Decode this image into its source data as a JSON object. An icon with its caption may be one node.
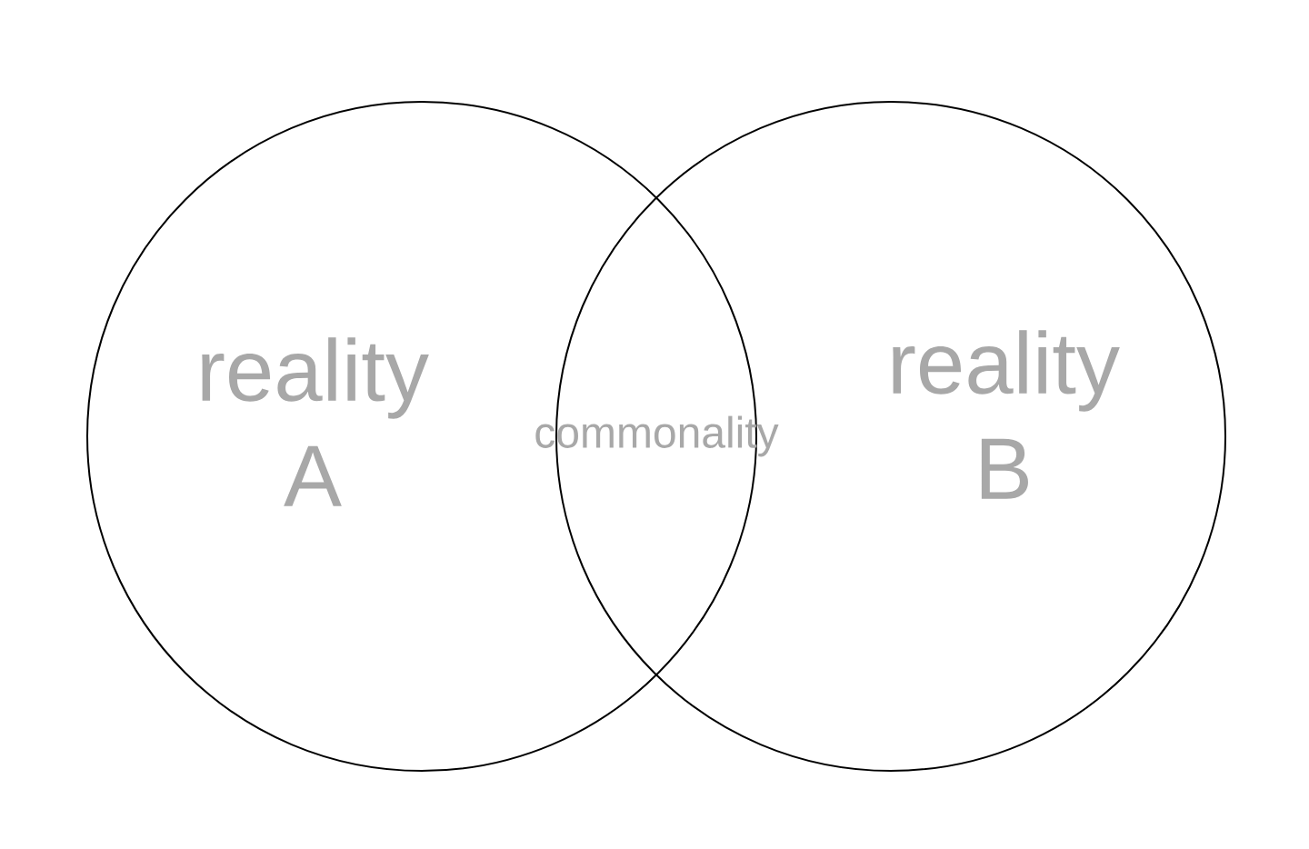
{
  "diagram": {
    "nodes": [
      {
        "text": [
          "reality A"
        ]
      },
      {
        "text": [
          "reality B"
        ]
      }
    ],
    "labels": [
      "commonality"
    ]
  }
}
